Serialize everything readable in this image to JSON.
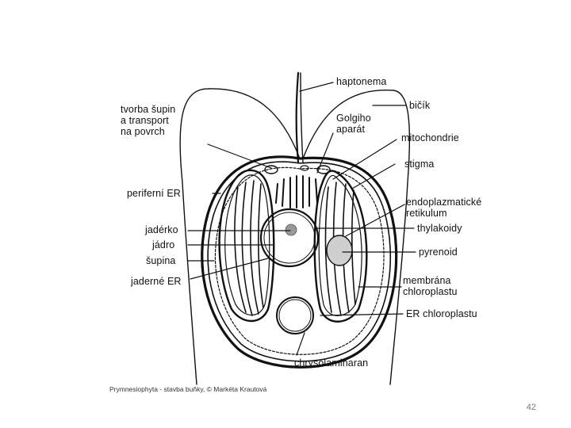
{
  "diagram": {
    "labels": {
      "haptonema": "haptonema",
      "bicik": "bičík",
      "tvorba": "tvorba šupin\na transport\nna povrch",
      "golgi": "Golgiho\naparát",
      "mitochondrie": "mitochondrie",
      "stigma": "stigma",
      "periferni_er": "periferní ER",
      "endoplazmaticke": "endoplazmatické\nretikulum",
      "jaderko": "jadérko",
      "thylakoidy": "thylakoidy",
      "jadro": "jádro",
      "pyrenoid": "pyrenoid",
      "supina": "šupina",
      "jaderne_er": "jaderné ER",
      "membrana": "membrána\nchloroplastu",
      "er_chloroplastu": "ER chloroplastu",
      "chrysolaminaran": "chrysolaminaran"
    },
    "caption": "Prymnesiophyta - stavba buňky, © Markéta Krautová"
  },
  "slide": {
    "page_number": "42"
  },
  "colors": {
    "ink": "#111111",
    "background": "#ffffff",
    "page_number": "#7a7a7a"
  }
}
